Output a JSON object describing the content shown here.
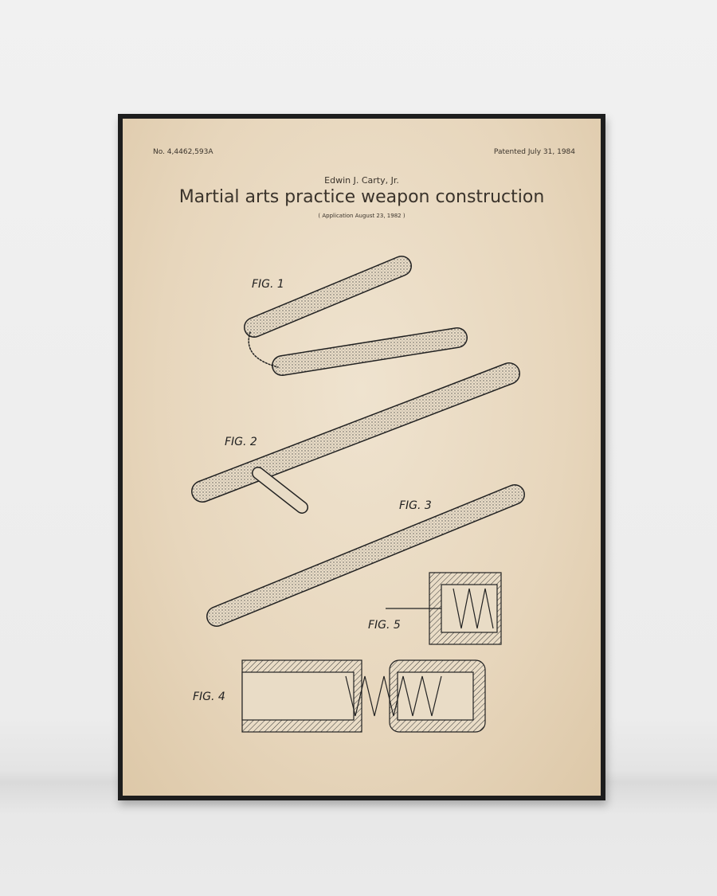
{
  "poster": {
    "patent_number": "No. 4,4462,593A",
    "patented_date": "Patented July 31, 1984",
    "inventor": "Edwin J. Carty, Jr.",
    "title": "Martial arts practice weapon construction",
    "application": "( Application August 23, 1982 )"
  },
  "figures": {
    "fig1": "FIG. 1",
    "fig2": "FIG. 2",
    "fig3": "FIG. 3",
    "fig4": "FIG. 4",
    "fig5": "FIG. 5"
  },
  "colors": {
    "paper": "#e7d6bc",
    "frame": "#1d1d1d",
    "ink": "#2a2520"
  }
}
